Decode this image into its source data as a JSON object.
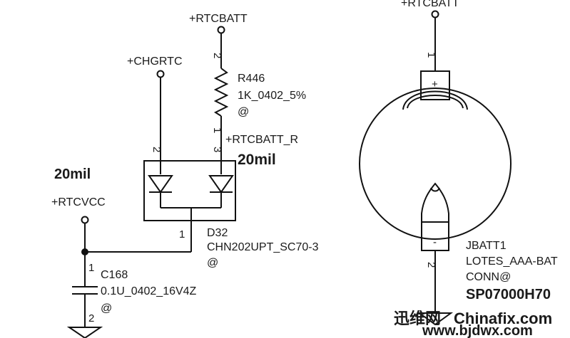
{
  "nets": {
    "rtcbatt_top": "+RTCBATT",
    "rtcbatt_right": "+RTCBATT",
    "chgrtc": "+CHGRTC",
    "rtcbatt_r": "+RTCBATT_R",
    "rtcvcc": "+RTCVCC"
  },
  "widths": {
    "left": "20mil",
    "right": "20mil"
  },
  "r446": {
    "ref": "R446",
    "value": "1K_0402_5%",
    "note": "@",
    "pin_top": "2",
    "pin_bottom": "1"
  },
  "d32": {
    "ref": "D32",
    "value": "CHN202UPT_SC70-3",
    "note": "@",
    "pin_left": "2",
    "pin_right": "3",
    "pin_common": "1"
  },
  "c168": {
    "ref": "C168",
    "value": "0.1U_0402_16V4Z",
    "note": "@",
    "pin_top": "1",
    "pin_bottom": "2"
  },
  "jbatt1": {
    "ref": "JBATT1",
    "value": "LOTES_AAA-BAT",
    "note": "CONN@",
    "part": "SP07000H70",
    "pin_top": "1",
    "pin_bottom": "2",
    "plus": "+",
    "minus": "-"
  },
  "watermark": {
    "brand_cn": "迅维网",
    "brand_en": "Chinafix.com",
    "url": "www.bjdwx.com"
  },
  "colors": {
    "wire": "#111111",
    "watermark_green": "#39b54a",
    "watermark_gray": "#b5b5b5"
  }
}
